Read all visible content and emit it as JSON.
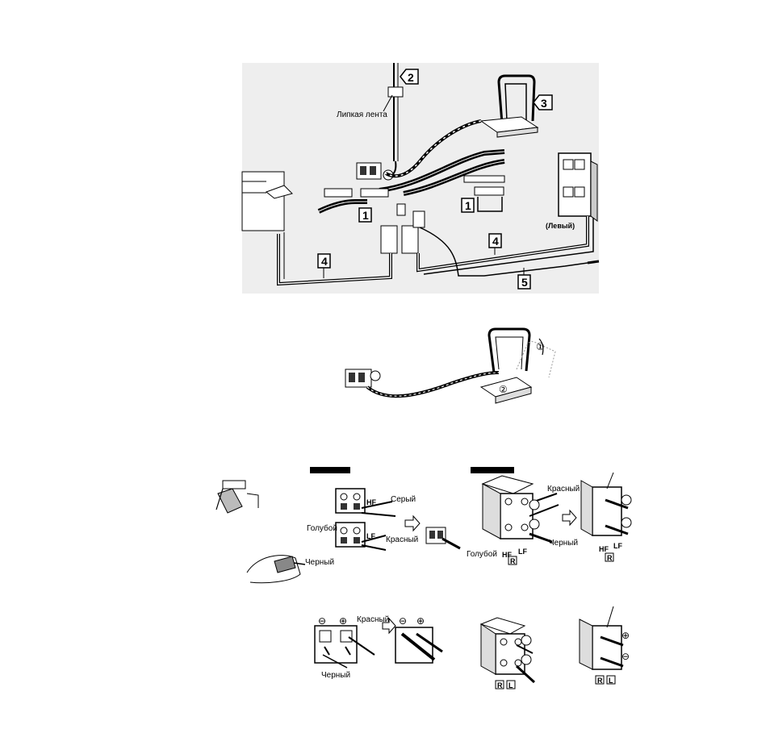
{
  "main_diagram": {
    "callouts": {
      "n1a": "1",
      "n1b": "1",
      "n2": "2",
      "n3": "3",
      "n4a": "4",
      "n4b": "4",
      "n5": "5"
    },
    "tape_label": "Липкая лента",
    "left_speaker_label": "(Левый)"
  },
  "loop_antenna_diagram": {
    "step1": "①",
    "step2": "②"
  },
  "connection_a": {
    "hf": "HF",
    "lf": "LF",
    "grey": "Серый",
    "blue": "Голубой",
    "red": "Красный",
    "black": "Черный"
  },
  "connection_b": {
    "red": "Красный",
    "black": "Черный",
    "blue": "Голубой",
    "hf": "HF",
    "lf": "LF",
    "r": "R"
  },
  "connection_c": {
    "red": "Красный",
    "black": "Черный",
    "minus": "⊖",
    "plus": "⊕"
  },
  "connection_d": {
    "r": "R",
    "l": "L",
    "plus": "⊕",
    "minus": "⊖"
  }
}
